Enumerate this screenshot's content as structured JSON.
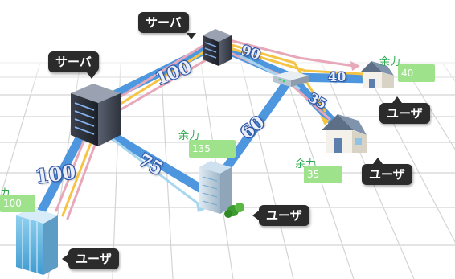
{
  "servers": {
    "top": {
      "label": "サーバ"
    },
    "left": {
      "label": "サーバ"
    }
  },
  "users": {
    "house_top": {
      "label": "ユーザ"
    },
    "house_mid": {
      "label": "ユーザ"
    },
    "building_center": {
      "label": "ユーザ"
    },
    "building_left": {
      "label": "ユーザ"
    }
  },
  "capacity": {
    "house_top": {
      "label": "余力",
      "value": "40"
    },
    "house_mid": {
      "label": "余力",
      "value": "35"
    },
    "building_center": {
      "label": "余力",
      "value": "135"
    },
    "building_left": {
      "label": "カ",
      "value": "100"
    }
  },
  "links": {
    "left_server_to_top_server": "100",
    "top_server_to_router": "90",
    "router_to_house_top": "40",
    "router_to_house_mid": "35",
    "router_to_building_center": "60",
    "left_server_to_building_center": "75",
    "left_server_to_building_left": "100"
  },
  "colors": {
    "link_blue": "#3f8fdd",
    "flow_yellow": "#f6c445",
    "flow_pink": "#e7a8b9",
    "flow_lightblue": "#a8d6ee",
    "callout_bg": "#2b2b2b",
    "capacity_green": "#9ee28c",
    "capacity_text": "#27a84a"
  },
  "icons": [
    "rack-server-icon",
    "network-switch-icon",
    "house-icon",
    "office-building-icon",
    "tree-icon"
  ]
}
